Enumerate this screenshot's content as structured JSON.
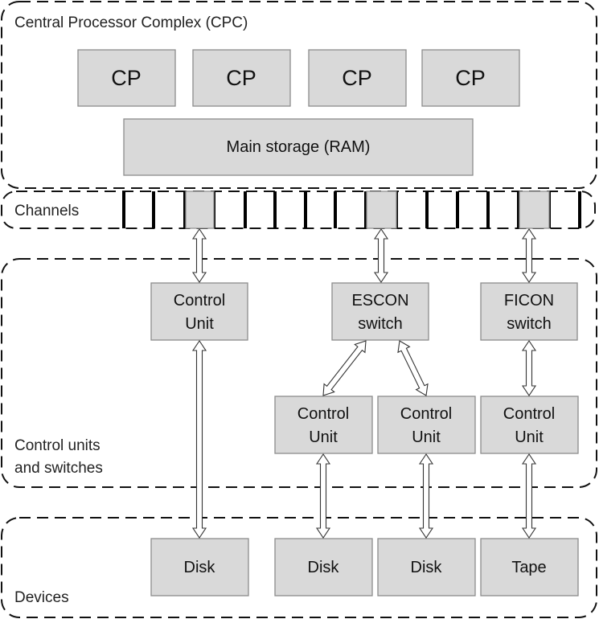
{
  "groups": {
    "cpc": "Central Processor Complex (CPC)",
    "channels": "Channels",
    "control": [
      "Control units",
      "and switches"
    ],
    "devices": "Devices"
  },
  "cpc": {
    "processors": [
      "CP",
      "CP",
      "CP",
      "CP"
    ],
    "main_storage": "Main storage (RAM)"
  },
  "switch_layer": [
    [
      "Control",
      "Unit"
    ],
    [
      "ESCON",
      "switch"
    ],
    [
      "FICON",
      "switch"
    ]
  ],
  "control_units": [
    [
      "Control",
      "Unit"
    ],
    [
      "Control",
      "Unit"
    ],
    [
      "Control",
      "Unit"
    ]
  ],
  "devices": [
    "Disk",
    "Disk",
    "Disk",
    "Tape"
  ]
}
